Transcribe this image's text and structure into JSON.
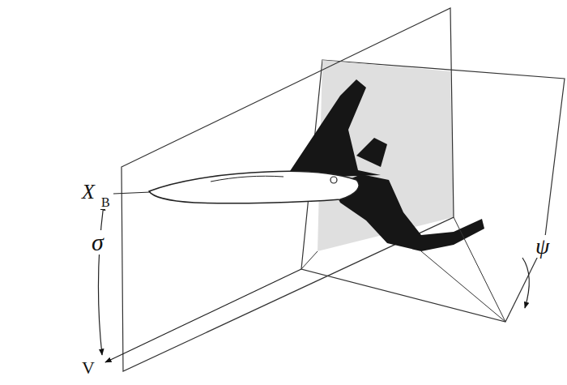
{
  "diagram": {
    "labels": [
      "X",
      "B",
      "σ",
      "V",
      "ψ"
    ]
  }
}
